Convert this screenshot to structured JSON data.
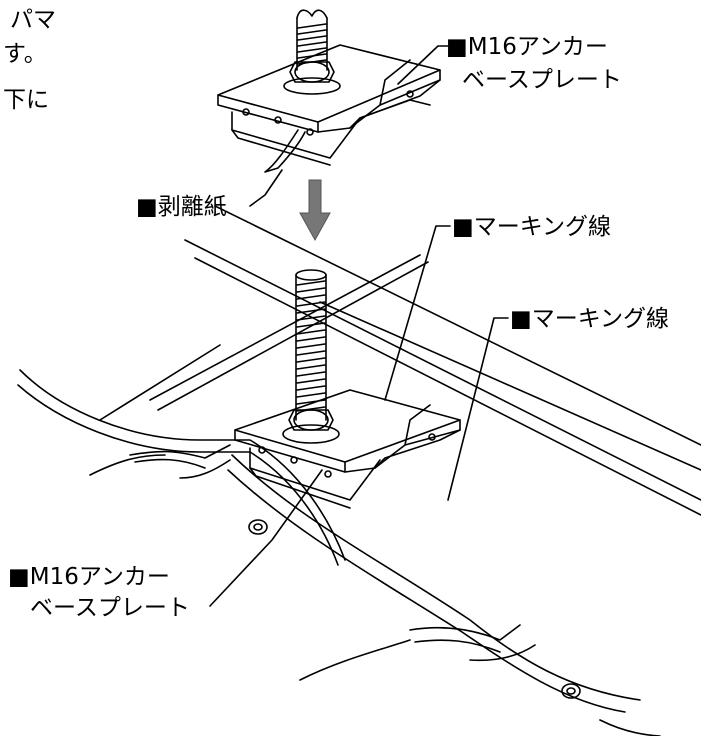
{
  "body_text_fragments": [
    "パマ",
    "す。",
    "下に"
  ],
  "labels": {
    "upper_anchor_plate": {
      "line1": "■M16アンカー",
      "line2": "ベースプレート"
    },
    "release_paper": "■剥離紙",
    "marking_line_1": "■マーキング線",
    "marking_line_2": "■マーキング線",
    "lower_anchor_plate": {
      "line1": "■M16アンカー",
      "line2": "ベースプレート"
    }
  },
  "colors": {
    "line": "#000000",
    "arrow": "#777777",
    "background": "#ffffff"
  }
}
